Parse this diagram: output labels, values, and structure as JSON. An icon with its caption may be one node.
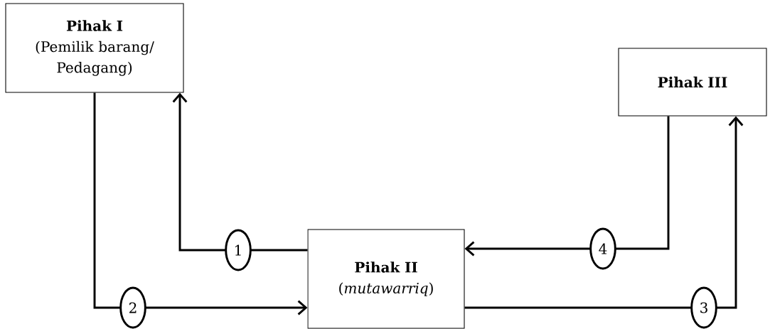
{
  "diagram": {
    "nodes": [
      {
        "text": [
          "Pihak I",
          "(Pemilik barang/ Pedagang)"
        ]
      },
      {
        "text": [
          "Pihak III"
        ]
      },
      {
        "text": [
          "Pihak II",
          "(*mutawarriq*)"
        ]
      }
    ],
    "edges": [
      {
        "from": 2,
        "to": 0,
        "arrow": "to",
        "label": "1"
      },
      {
        "from": 0,
        "to": 2,
        "arrow": "to",
        "label": "2"
      },
      {
        "from": 2,
        "to": 1,
        "arrow": "to",
        "label": "3"
      },
      {
        "from": 1,
        "to": 2,
        "arrow": "to",
        "label": "4"
      }
    ]
  }
}
